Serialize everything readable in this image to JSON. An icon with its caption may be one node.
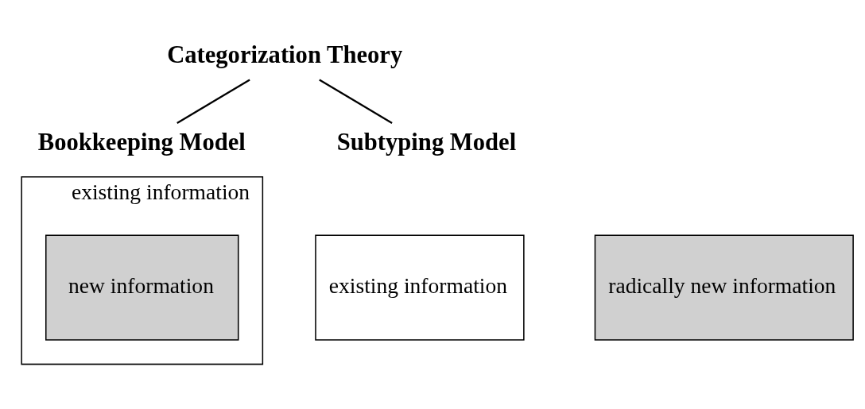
{
  "diagram": {
    "nodes": [
      {
        "text": [
          "Categorization Theory"
        ]
      },
      {
        "text": [
          "Bookkeeping Model"
        ]
      },
      {
        "text": [
          "Subtyping Model"
        ]
      },
      {
        "text": [
          "existing information"
        ]
      },
      {
        "text": [
          "new information"
        ],
        "in": 3
      },
      {
        "text": [
          "existing information"
        ]
      },
      {
        "text": [
          "radically new information"
        ]
      }
    ],
    "edges": [
      {
        "from": 0,
        "to": 1,
        "arrow": "none"
      },
      {
        "from": 0,
        "to": 2,
        "arrow": "none"
      }
    ]
  }
}
